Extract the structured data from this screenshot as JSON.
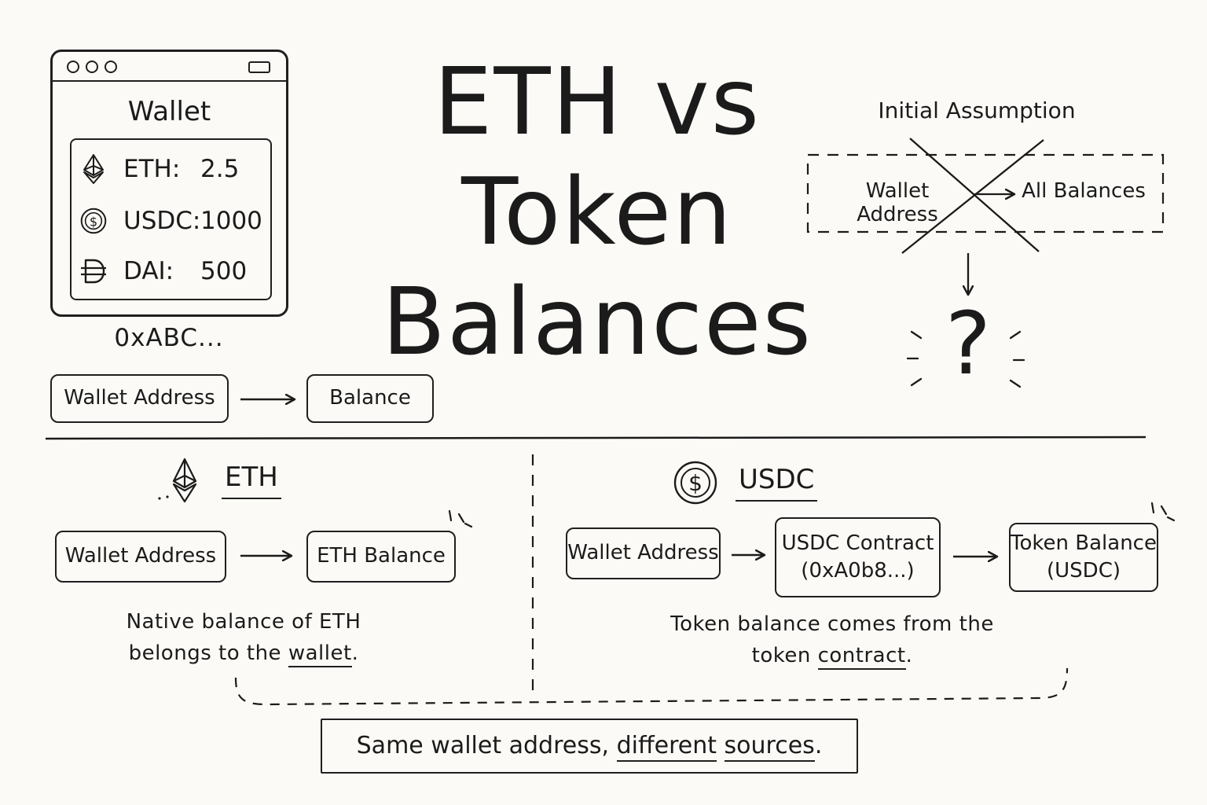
{
  "title": {
    "line1": "ETH vs",
    "line2": "Token",
    "line3": "Balances"
  },
  "wallet_window": {
    "heading": "Wallet",
    "assets": [
      {
        "symbol": "ETH",
        "label": "ETH:",
        "value": "2.5",
        "icon": "ethereum-icon"
      },
      {
        "symbol": "USDC",
        "label": "USDC:",
        "value": "1000",
        "icon": "dollar-coin-icon"
      },
      {
        "symbol": "DAI",
        "label": "DAI:",
        "value": "500",
        "icon": "dai-icon"
      }
    ],
    "address": "0xABC..."
  },
  "top_flow": {
    "from": "Wallet Address",
    "to": "Balance"
  },
  "initial_assumption": {
    "heading": "Initial Assumption",
    "from": "Wallet Address",
    "to": "All Balances",
    "question_mark": "?"
  },
  "eth_section": {
    "heading": "ETH",
    "from": "Wallet Address",
    "to": "ETH Balance",
    "caption_line1": "Native balance of ETH",
    "caption_line2_pre": "belongs to the ",
    "caption_line2_ul": "wallet",
    "caption_line2_post": "."
  },
  "usdc_section": {
    "heading": "USDC",
    "from": "Wallet Address",
    "middle_line1": "USDC Contract",
    "middle_line2": "(0xA0b8...)",
    "to_line1": "Token Balance",
    "to_line2": "(USDC)",
    "caption_line1": "Token balance comes from the",
    "caption_line2_pre": "token ",
    "caption_line2_ul": "contract",
    "caption_line2_post": "."
  },
  "conclusion": {
    "pre": "Same wallet address, ",
    "ul1": "different",
    "mid": " ",
    "ul2": "sources",
    "post": "."
  },
  "colors": {
    "background": "#fbfaf6",
    "ink": "#1b1b1b"
  }
}
